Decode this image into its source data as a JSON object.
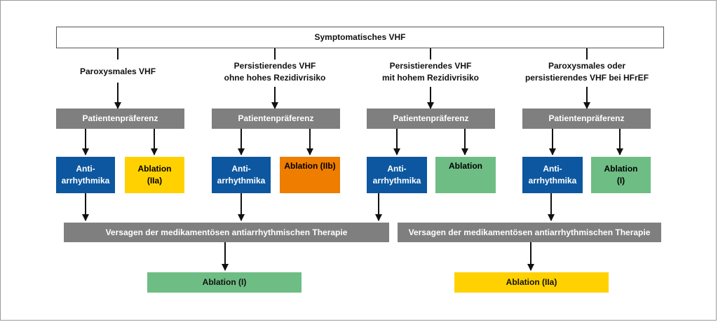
{
  "top_title": "Symptomatisches VHF",
  "columns": [
    {
      "label": "Paroxysmales VHF",
      "preference": "Patientenpräferenz",
      "drug": "Anti-\narrhythmika",
      "ablation": "Ablation\n(IIa)",
      "ablation_color": "#ffd100"
    },
    {
      "label": "Persistierendes VHF\nohne hohes Rezidivrisiko",
      "preference": "Patientenpräferenz",
      "drug": "Anti-\narrhythmika",
      "ablation": "Ablation (IIb)",
      "ablation_color": "#ee7d00"
    },
    {
      "label": "Persistierendes VHF\nmit hohem Rezidivrisiko",
      "preference": "Patientenpräferenz",
      "drug": "Anti-\narrhythmika",
      "ablation": "Ablation",
      "ablation_color": "#6ebd84"
    },
    {
      "label": "Paroxysmales oder\npersistierendes VHF bei HFrEF",
      "preference": "Patientenpräferenz",
      "drug": "Anti-\narrhythmika",
      "ablation": "Ablation\n(I)",
      "ablation_color": "#6ebd84"
    }
  ],
  "failure_left": "Versagen der medikamentösen antiarrhythmischen Therapie",
  "failure_right": "Versagen der medikamentösen antiarrhythmischen Therapie",
  "final_left": "Ablation (I)",
  "final_right": "Ablation (IIa)"
}
